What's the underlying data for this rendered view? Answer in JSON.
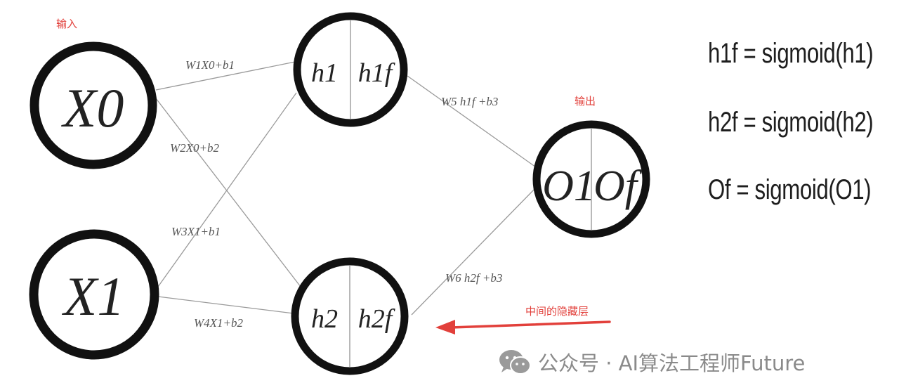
{
  "labels": {
    "input": "输入",
    "output": "输出",
    "hidden_layer": "中间的隐藏层"
  },
  "nodes": {
    "x0": "X0",
    "x1": "X1",
    "h1": "h1",
    "h1f": "h1f",
    "h2": "h2",
    "h2f": "h2f",
    "o1": "O1",
    "of": "Of"
  },
  "edges": {
    "x0_h1": "W1X0+b1",
    "x0_h2": "W2X0+b2",
    "x1_h1": "W3X1+b1",
    "x1_h2": "W4X1+b2",
    "h1_o1": "W5 h1f +b3",
    "h2_o1": "W6 h2f +b3"
  },
  "formulas": [
    "h1f = sigmoid(h1)",
    "h2f = sigmoid(h2)",
    "Of = sigmoid(O1)"
  ],
  "watermark": {
    "text": "公众号 · AI算法工程师Future",
    "icon": "wechat-icon"
  },
  "colors": {
    "node_stroke": "#111111",
    "edge": "#9a9a9a",
    "accent_red": "#e2403b",
    "watermark": "#8a8a8a"
  }
}
